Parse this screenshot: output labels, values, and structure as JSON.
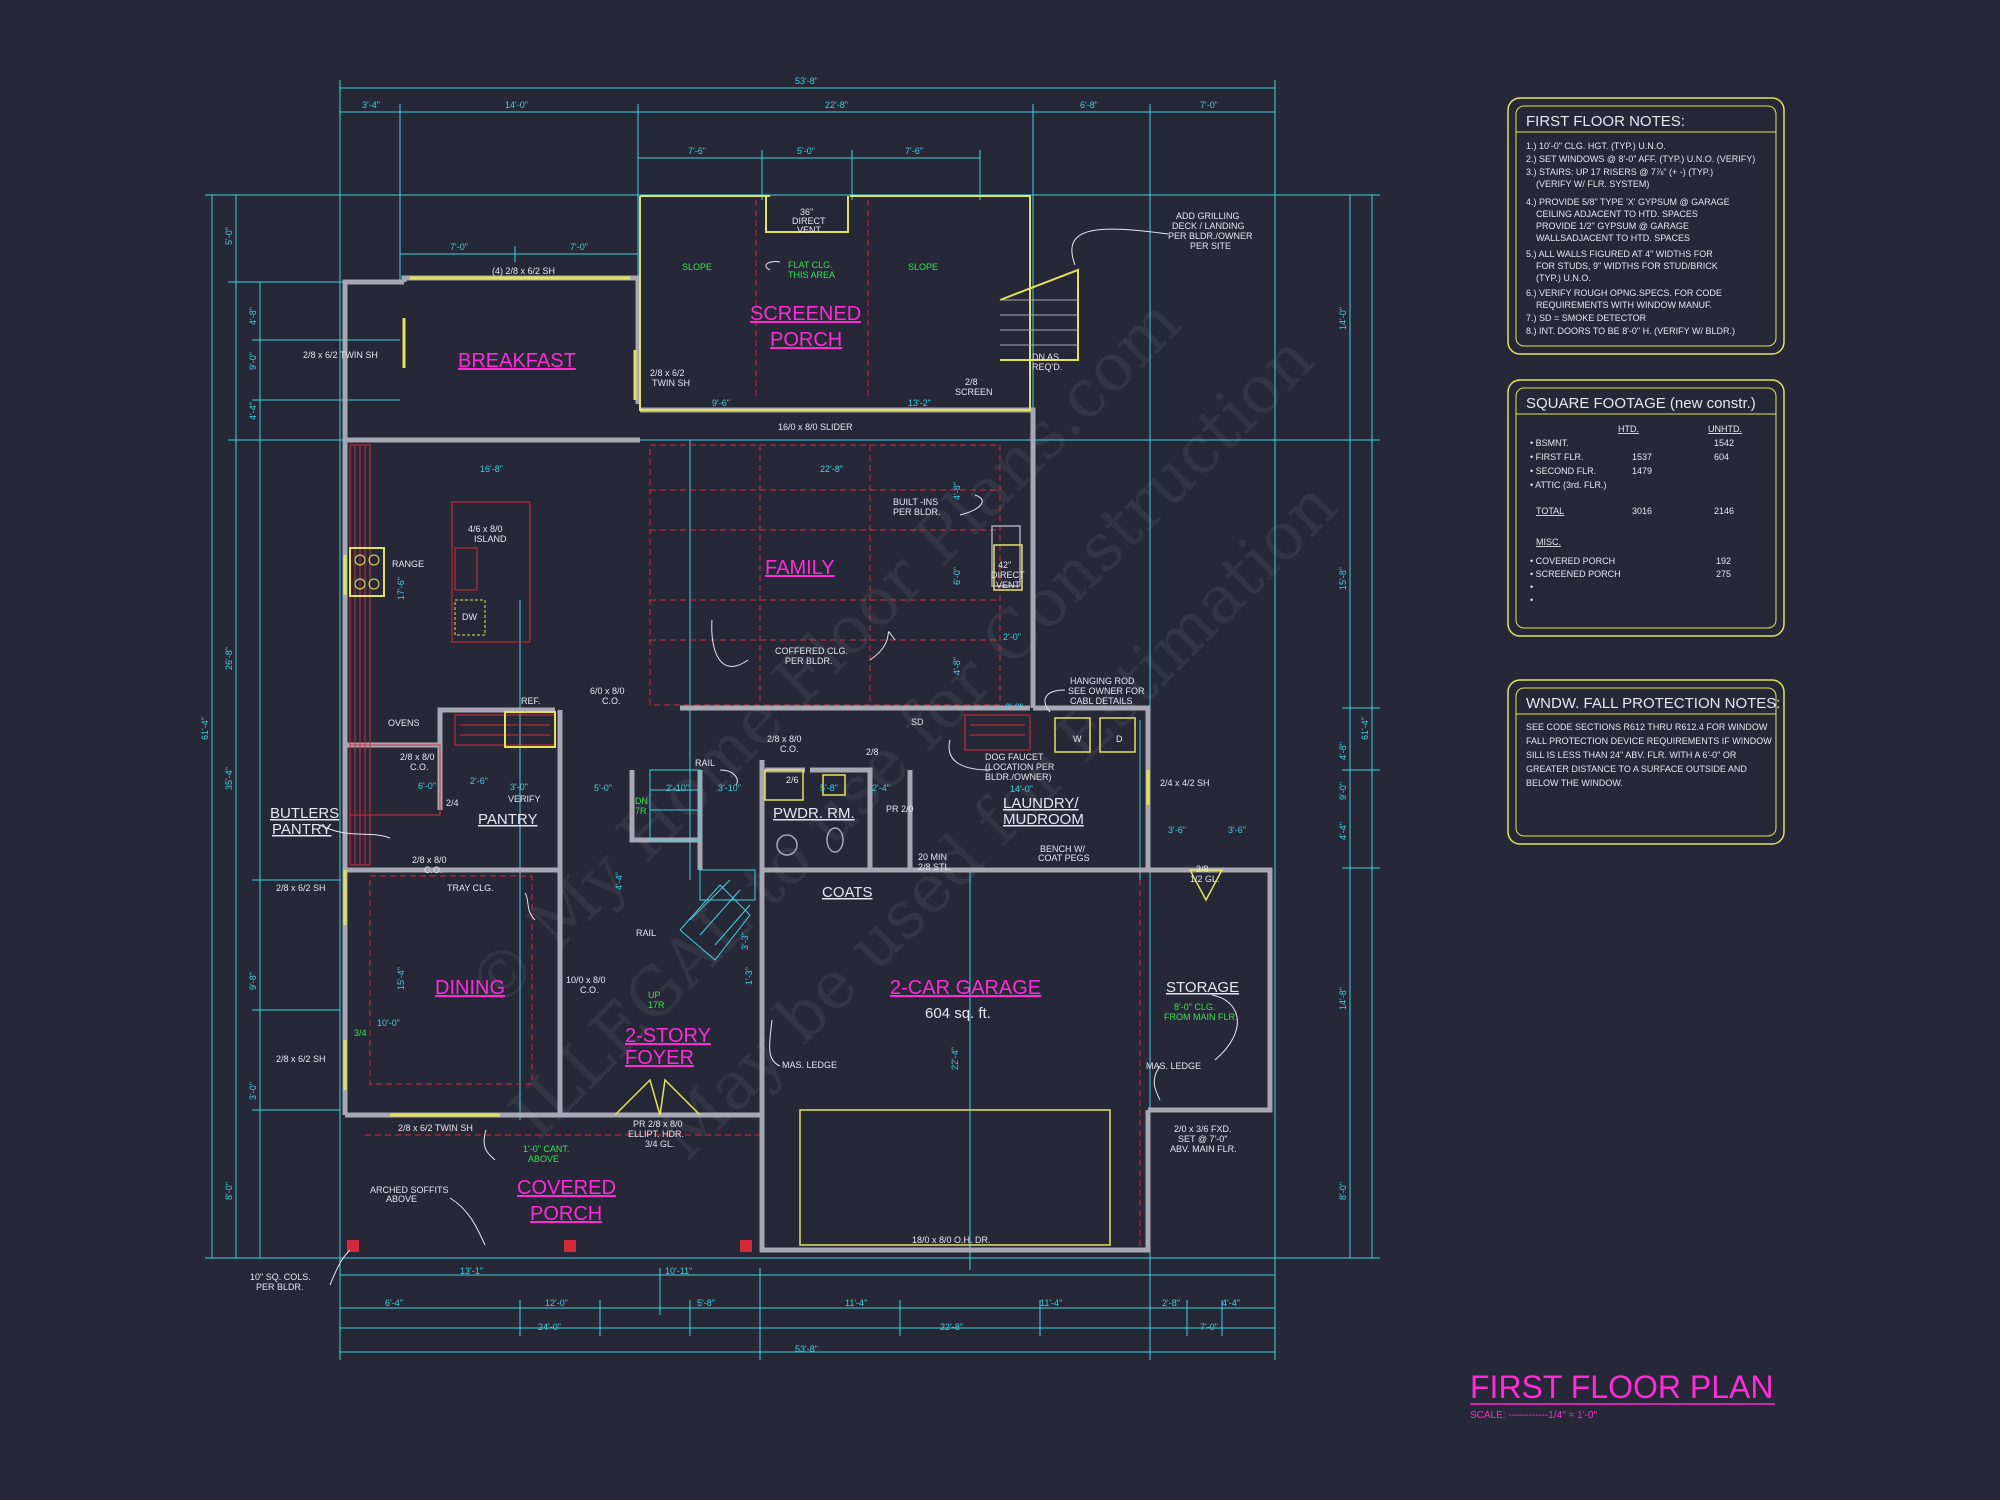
{
  "watermark": {
    "line1": "© My Home Floor Plans.com",
    "line2": "ILLEGAL to use for Construction",
    "line3": "May be used for Estimation"
  },
  "overall_dims": {
    "top_total": "53'-8\"",
    "top_segments": [
      "3'-4\"",
      "14'-0\"",
      "22'-8\"",
      "6'-8\"",
      "7'-0\""
    ],
    "porch_top": [
      "7'-6\"",
      "5'-0\"",
      "7'-6\""
    ],
    "breakfast_top": [
      "7'-0\"",
      "7'-0\""
    ],
    "bottom_total": "53'-8\"",
    "bottom_row1": [
      "13'-1\"",
      "10'-11\""
    ],
    "bottom_row2": [
      "6'-4\"",
      "12'-0\"",
      "5'-8\"",
      "11'-4\"",
      "11'-4\"",
      "2'-8\"",
      "4'-4\""
    ],
    "bottom_row3": [
      "24'-0\"",
      "22'-8\"",
      "7'-0\""
    ],
    "left_total": "61'-4\"",
    "left_mid": [
      "26'-8\"",
      "35'-4\""
    ],
    "left_segments": [
      "5'-0\"",
      "4'-8\"",
      "9'-0\"",
      "4'-4\"",
      "17'-6\"",
      "9'-8\"",
      "3'-0\"",
      "8'-0\""
    ],
    "right_total": "61'-4\"",
    "right_segments": [
      "14'-0\"",
      "15'-8\"",
      "4'-8\"",
      "9'-0\"",
      "4'-4\"",
      "14'-8\"",
      "8'-0\""
    ]
  },
  "rooms": {
    "screened_porch": [
      "SCREENED",
      "PORCH"
    ],
    "breakfast": "BREAKFAST",
    "family": "FAMILY",
    "dining": "DINING",
    "foyer": [
      "2-STORY",
      "FOYER"
    ],
    "covered_porch": [
      "COVERED",
      "PORCH"
    ],
    "garage": "2-CAR GARAGE",
    "garage_area": "604 sq. ft.",
    "pantry": "PANTRY",
    "butlers_pantry": [
      "BUTLERS",
      "PANTRY"
    ],
    "pwdr": "PWDR. RM.",
    "laundry": [
      "LAUNDRY/",
      "MUDROOM"
    ],
    "coats": "COATS",
    "storage": "STORAGE"
  },
  "labels": {
    "direct_vent_top": [
      "36\"",
      "DIRECT",
      "VENT"
    ],
    "flat_clg": [
      "FLAT CLG.",
      "THIS AREA"
    ],
    "slope": "SLOPE",
    "window_breakfast_top": "(4) 2/8 x 6/2 SH",
    "window_breakfast_left": "2/8 x 6/2 TWIN SH",
    "window_breakfast_right": [
      "2/8 x 6/2",
      "TWIN SH"
    ],
    "porch_bottom_dims": [
      "9'-6\"",
      "13'-2\""
    ],
    "slider": "16/0 x 8/0 SLIDER",
    "screen_door": [
      "2/8",
      "SCREEN"
    ],
    "dn_steps": [
      "DN AS",
      "REQ'D."
    ],
    "grilling_note": [
      "ADD GRILLING",
      "DECK / LANDING",
      "PER BLDR./OWNER",
      "PER SITE"
    ],
    "family_dims": [
      "16'-8\"",
      "22'-8\""
    ],
    "island": [
      "4/6 x 8/0",
      "ISLAND"
    ],
    "range": "RANGE",
    "dw": "DW",
    "kitchen_dim": "17'-6\"",
    "built_ins": [
      "BUILT -INS",
      "PER BLDR."
    ],
    "direct_vent_family": [
      "42\"",
      "DIRECT",
      "VENT"
    ],
    "family_vert": [
      "4'-8\"",
      "6'-0\"",
      "2'-0\"",
      "4'-8\""
    ],
    "coffered": [
      "COFFERED CLG.",
      "PER BLDR."
    ],
    "ovens": "OVENS",
    "ref": "REF.",
    "co_kitchen": [
      "6/0 x 8/0",
      "C.O."
    ],
    "co_foyer1": [
      "2/8 x 8/0",
      "C.O."
    ],
    "hanging_rod": [
      "HANGING ROD",
      "SEE OWNER FOR",
      "CABL DETAILS"
    ],
    "dog_faucet": [
      "DOG FAUCET",
      "(LOCATION PER",
      "BLDR./OWNER)"
    ],
    "sd": "SD",
    "w": "W",
    "d": "D",
    "win_laundry": "2/4 x 4/2 SH",
    "co_pantry": [
      "2/8 x 8/0",
      "C.O."
    ],
    "verify": "VERIFY",
    "pantry_dims": [
      "6'-0\"",
      "2'-6\"",
      "3'-0\"",
      "2/4"
    ],
    "stair_dims": [
      "5'-0\"",
      "2'-10\"",
      "3'-10\"",
      "5'-8\"",
      "2'-4\""
    ],
    "rail": "RAIL",
    "dn": [
      "DN",
      "7R"
    ],
    "door_26": "2/6",
    "door_28": "2/8",
    "pr210": "PR 2/0",
    "min_stl": [
      "20 MIN",
      "2/8 STL."
    ],
    "laundry_dim": "14'-0\"",
    "bench": [
      "BENCH W/",
      "COAT PEGS"
    ],
    "laundry_dims_right": [
      "3'-6\"",
      "3'-6\""
    ],
    "gl_12": [
      "2/8",
      "1/2 GL."
    ],
    "co_dining": [
      "2/8 x 8/0",
      "C.O."
    ],
    "tray": "TRAY CLG.",
    "win_dining1": "2/8 x 6/2 SH",
    "win_dining2": "2/8 x 6/2 SH",
    "dining_dims": [
      "15'-4\"",
      "10'-0\""
    ],
    "co_foyer2": [
      "10/0 x 8/0",
      "C.O."
    ],
    "rail2": "RAIL",
    "up": [
      "UP",
      "17R"
    ],
    "foyer_dims": [
      "4'-4\"",
      "3'-3\"",
      "1'-3\""
    ],
    "mas_ledge": "MAS. LEDGE",
    "garage_dim": "22'-4\"",
    "clg_storage": [
      "8'-0\" CLG.",
      "FROM MAIN FLR."
    ],
    "front_door": [
      "PR 2/8 x 8/0",
      "ELLIPT. HDR.",
      "3/4 GL."
    ],
    "win_porch": "2/8 x 6/2 TWIN SH",
    "cant": [
      "1'-0\" CANT.",
      "ABOVE"
    ],
    "arched": [
      "ARCHED SOFFITS",
      "ABOVE"
    ],
    "cols": [
      "10\" SQ. COLS.",
      "PER BLDR."
    ],
    "garage_door": "18/0 x 8/0 O.H. DR.",
    "fxd": [
      "2/0 x 3/6 FXD.",
      "SET @ 7'-0\"",
      "ABV. MAIN FLR."
    ],
    "misc_small": [
      "3/4",
      "2'-0\""
    ]
  },
  "notes_first_floor": {
    "title": "FIRST FLOOR NOTES:",
    "lines": [
      "1.) 10'-0\" CLG. HGT. (TYP.) U.N.O.",
      "2.) SET WINDOWS @ 8'-0\" AFF. (TYP.) U.N.O. (VERIFY)",
      "3.) STAIRS: UP 17 RISERS @ 7⅞\" (+ -) (TYP.)",
      "(VERIFY W/ FLR. SYSTEM)",
      "4.) PROVIDE 5/8\" TYPE 'X' GYPSUM @ GARAGE",
      "CEILING ADJACENT TO HTD. SPACES",
      "PROVIDE 1/2\" GYPSUM @ GARAGE",
      "WALLSADJACENT TO HTD. SPACES",
      "5.) ALL WALLS FIGURED AT 4\" WIDTHS FOR",
      "FOR STUDS, 9\" WIDTHS FOR STUD/BRICK",
      "(TYP.) U.N.O.",
      "6.) VERIFY ROUGH OPNG.SPECS. FOR CODE",
      "REQUIREMENTS WITH WINDOW MANUF.",
      "7.) SD = SMOKE DETECTOR",
      "8.) INT. DOORS TO BE 8'-0\" H. (VERIFY W/ BLDR.)"
    ]
  },
  "square_footage": {
    "title": "SQUARE FOOTAGE (new constr.)",
    "headers": [
      "HTD.",
      "UNHTD."
    ],
    "rows": [
      [
        "• BSMNT.",
        "",
        "1542"
      ],
      [
        "• FIRST FLR.",
        "1537",
        "604"
      ],
      [
        "• SECOND FLR.",
        "1479",
        ""
      ],
      [
        "• ATTIC (3rd. FLR.)",
        "",
        ""
      ]
    ],
    "total": [
      "TOTAL",
      "3016",
      "2146"
    ],
    "misc_title": "MISC.",
    "misc_rows": [
      [
        "• COVERED PORCH",
        "192"
      ],
      [
        "• SCREENED PORCH",
        "275"
      ],
      [
        "•",
        ""
      ],
      [
        "•",
        ""
      ]
    ]
  },
  "window_notes": {
    "title": "WNDW. FALL PROTECTION NOTES:",
    "lines": [
      "SEE CODE SECTIONS R612 THRU R612.4 FOR WINDOW",
      "FALL PROTECTION DEVICE REQUIREMENTS IF WINDOW",
      "SILL IS LESS THAN 24\" ABV. FLR. WITH A 6'-0\" OR",
      "GREATER DISTANCE TO A SURFACE OUTSIDE AND",
      "BELOW THE WINDOW."
    ]
  },
  "plan_title": {
    "title": "FIRST FLOOR PLAN",
    "scale": "SCALE: ------------1/4\" = 1'-0\""
  },
  "colors": {
    "background": "#262838",
    "walls": "#a8a8b4",
    "dims": "#3fd0e0",
    "room_labels": "#ff2bd8",
    "notes_frame": "#e3e35a",
    "hidden_lines": "#d22a3a",
    "green_notes": "#39e34a"
  }
}
